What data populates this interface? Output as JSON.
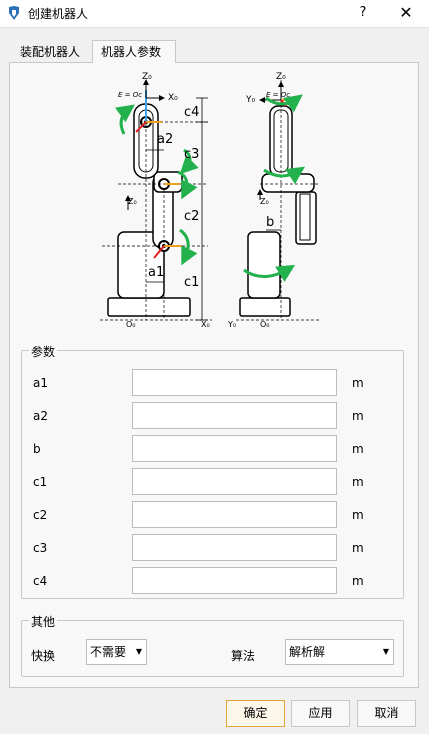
{
  "window": {
    "title": "创建机器人",
    "help": "?",
    "close": "✕"
  },
  "tabs": [
    {
      "label": "装配机器人",
      "active": false
    },
    {
      "label": "机器人参数",
      "active": true
    }
  ],
  "diagram": {
    "labels": {
      "z0_top_left": "Z₀",
      "x0_top_left": "X₀",
      "e_oc_left": "E = Oc",
      "c4": "c4",
      "a2": "a2",
      "c3": "c3",
      "z0_mid": "Z₀",
      "c2": "c2",
      "a1": "a1",
      "c1": "c1",
      "o0_left": "O₀",
      "x0_bottom": "X₀",
      "z0_top_right": "Z₀",
      "y0_top_right": "Y₀",
      "e_oc_right": "E = Oc",
      "z0_right_mid": "Z₀",
      "b": "b",
      "y0_bottom": "Y₀",
      "o0_right": "O₀"
    }
  },
  "params": {
    "legend": "参数",
    "unit": "m",
    "rows": [
      {
        "label": "a1",
        "value": ""
      },
      {
        "label": "a2",
        "value": ""
      },
      {
        "label": "b",
        "value": ""
      },
      {
        "label": "c1",
        "value": ""
      },
      {
        "label": "c2",
        "value": ""
      },
      {
        "label": "c3",
        "value": ""
      },
      {
        "label": "c4",
        "value": ""
      }
    ]
  },
  "other": {
    "legend": "其他",
    "switch_label": "快换",
    "switch_value": "不需要",
    "algo_label": "算法",
    "algo_value": "解析解"
  },
  "buttons": {
    "ok": "确定",
    "apply": "应用",
    "cancel": "取消"
  },
  "colors": {
    "accent": "#e3a33d",
    "green_arrow": "#22b14c",
    "axis_blue": "#3aa0e8",
    "axis_red": "#e02020",
    "axis_orange": "#f0a020"
  }
}
